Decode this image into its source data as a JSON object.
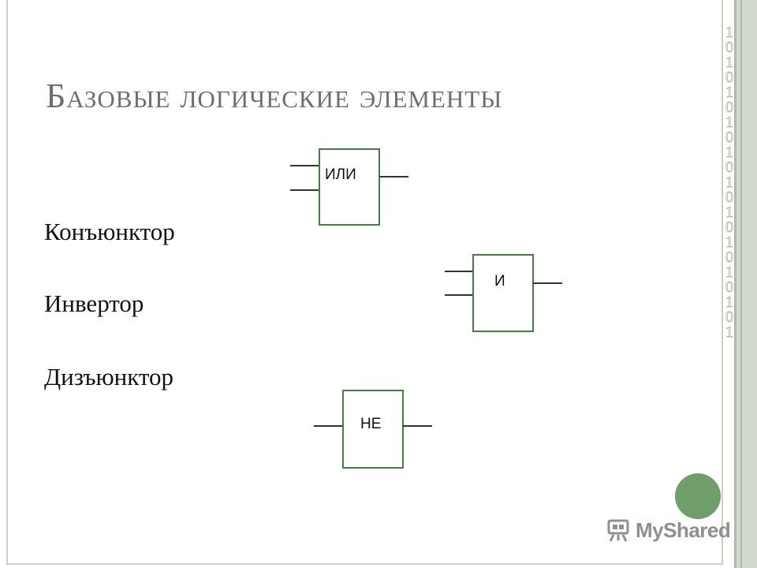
{
  "slide": {
    "title": "Базовые логические элементы",
    "terms": [
      "Конъюнктор",
      "Инвертор",
      "Дизъюнктор"
    ]
  },
  "gates": {
    "or": {
      "label": "ИЛИ"
    },
    "and": {
      "label": "И"
    },
    "not": {
      "label": "НЕ"
    }
  },
  "decor": {
    "binary_digits": [
      "1",
      "0",
      "1",
      "0",
      "1",
      "0",
      "1",
      "0",
      "1",
      "0",
      "1",
      "0",
      "1",
      "0",
      "1",
      "0",
      "1",
      "0",
      "1",
      "0",
      "1"
    ]
  },
  "watermark": {
    "brand": "MyShared"
  },
  "colors": {
    "gate_border": "#4a7a49",
    "accent_circle": "#6f9e6b",
    "side_band": "#cfd8cb",
    "title": "#6e6e6e"
  }
}
